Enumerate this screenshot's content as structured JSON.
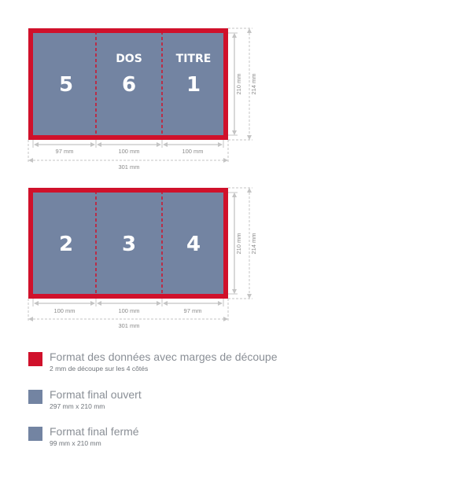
{
  "colors": {
    "bleed": "#d0112b",
    "panel": "#7384a2",
    "fold": "#d0112b",
    "dimension": "#c4c4c4"
  },
  "top_sheet": {
    "panels": [
      {
        "number": "5",
        "label": ""
      },
      {
        "number": "6",
        "label": "DOS"
      },
      {
        "number": "1",
        "label": "TITRE"
      }
    ],
    "widths": [
      "97 mm",
      "100 mm",
      "100 mm"
    ],
    "total_width": "301 mm",
    "height_trim": "210 mm",
    "height_bleed": "214 mm"
  },
  "bottom_sheet": {
    "panels": [
      {
        "number": "2",
        "label": ""
      },
      {
        "number": "3",
        "label": ""
      },
      {
        "number": "4",
        "label": ""
      }
    ],
    "widths": [
      "100 mm",
      "100 mm",
      "97 mm"
    ],
    "total_width": "301 mm",
    "height_trim": "210 mm",
    "height_bleed": "214 mm"
  },
  "legend": [
    {
      "title": "Format des données avec marges de découpe",
      "subtitle": "2 mm de découpe sur les 4 côtés",
      "color": "#d0112b"
    },
    {
      "title": "Format final ouvert",
      "subtitle": "297 mm x 210 mm",
      "color": "#7384a2"
    },
    {
      "title": "Format final fermé",
      "subtitle": "99 mm x 210 mm",
      "color": "#7384a2"
    }
  ]
}
